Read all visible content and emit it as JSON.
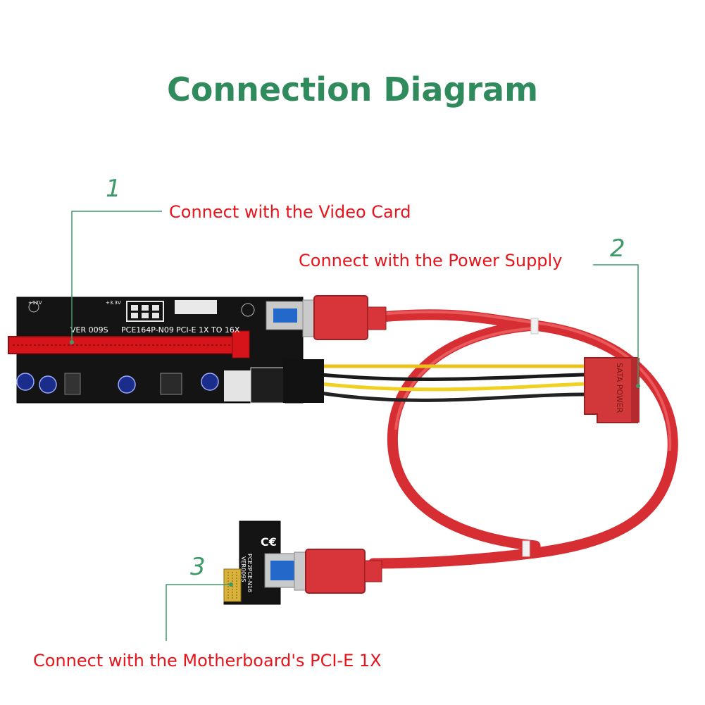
{
  "title": "Connection Diagram",
  "callouts": [
    {
      "number": "1",
      "text": "Connect with the Video Card"
    },
    {
      "number": "2",
      "text": "Connect with the Power Supply"
    },
    {
      "number": "3",
      "text": "Connect with the Motherboard's PCI-E 1X"
    }
  ],
  "board_markings": {
    "version": "VER 009S",
    "model": "PCE164P-N09",
    "slot": "PCI-E 1X TO 16X",
    "v12": "+12V",
    "v33": "+3.3V",
    "sata": "SATA POWER",
    "small_board_model": "PCE2PCE-N16",
    "small_board_version": "VER009S"
  },
  "colors": {
    "accent_green": "#2f8a5c",
    "label_red": "#e8141b",
    "cable_red": "#e4393d",
    "board_black": "#141414"
  }
}
